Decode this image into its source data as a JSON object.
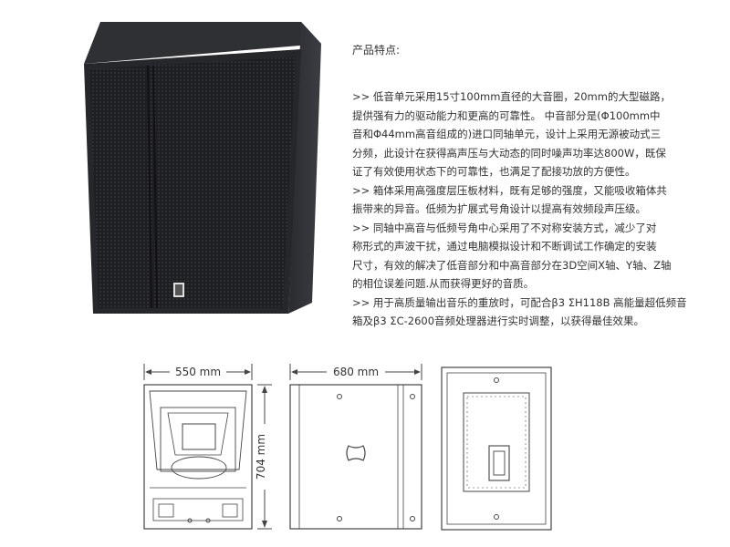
{
  "features": {
    "title": "产品特点:",
    "lines": [
      ">> 低音单元采用15寸100mm直径的大音圈，20mm的大型磁路，",
      "提供强有力的驱动能力和更高的可靠性。 中音部分是(Φ100mm中",
      "音和Φ44mm高音组成的)进口同轴单元，设计上采用无源被动式三",
      "分频，此设计在获得高声压与大动态的同时噪声功率达800W，既保",
      "证了有效使用状态下的可靠性，也满足了配接功放的方便性。",
      ">> 箱体采用高强度层压板材料，既有足够的强度，又能吸收箱体共",
      "振带来的异音。低频为扩展式号角设计以提高有效频段声压级。",
      ">> 同轴中高音与低频号角中心采用了不对称安装方式，减少了对",
      "称形式的声波干扰，通过电脑模拟设计和不断调试工作确定的安装",
      "尺寸，有效的解决了低音部分和中高音部分在3D空间X轴、Y轴、Z轴",
      "的相位误差问题.从而获得更好的音质。",
      ">> 用于高质量输出音乐的重放时，可配合β3 ΣH118B 高能量超低频音",
      "箱及β3 ΣC-2600音频处理器进行实时调整，以获得最佳效果。"
    ]
  },
  "dimensions": {
    "width": "550 mm",
    "depth": "680 mm",
    "height": "704 mm"
  },
  "colors": {
    "cabinet": "#2b2b2d",
    "grille": "#1c1d20",
    "line": "#444444"
  }
}
